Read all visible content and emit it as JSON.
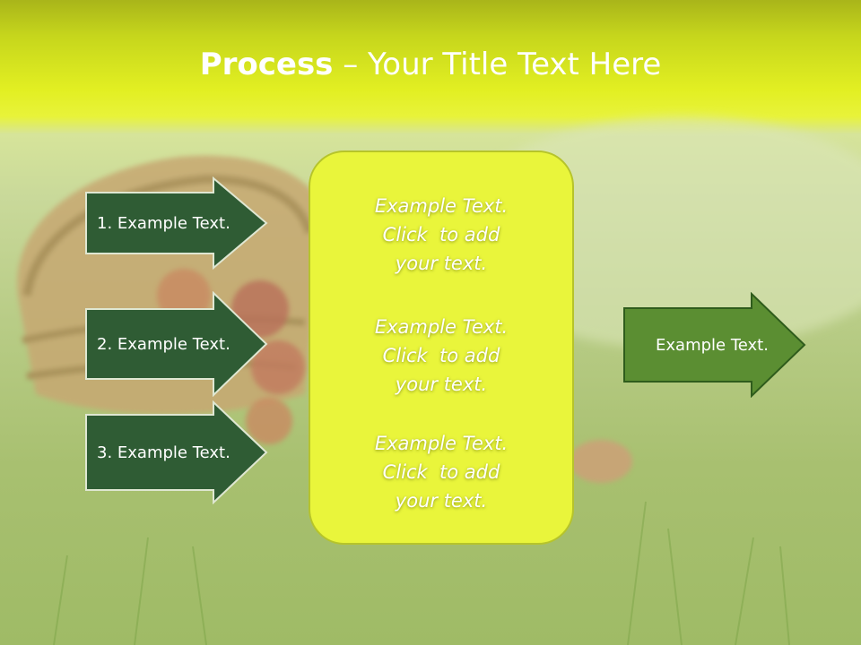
{
  "slide": {
    "title_bold": "Process",
    "title_rest": " – Your Title Text Here",
    "arrows_left": [
      {
        "label": "1. Example Text."
      },
      {
        "label": "2. Example Text."
      },
      {
        "label": "3. Example Text."
      }
    ],
    "center_box": {
      "paragraphs": [
        {
          "line1": "Example Text.",
          "line2": "Click  to add",
          "line3": "your text."
        },
        {
          "line1": "Example Text.",
          "line2": "Click  to add",
          "line3": "your text."
        },
        {
          "line1": "Example Text.",
          "line2": "Click  to add",
          "line3": "your text."
        }
      ]
    },
    "arrow_right": {
      "label": "Example Text."
    }
  },
  "colors": {
    "dark_arrow": "#2f5c34",
    "light_arrow": "#5b8e32",
    "center_box": "#e9f53b",
    "header": "#e2ef22"
  },
  "icons": {
    "background_photo": "basket-of-apples-in-grass"
  }
}
